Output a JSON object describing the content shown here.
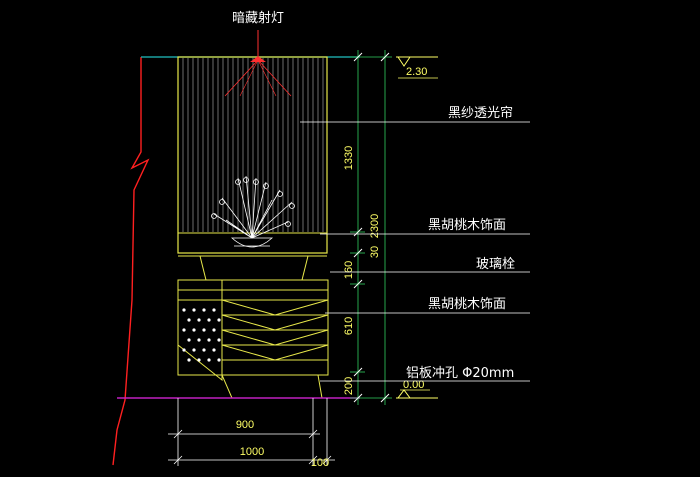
{
  "colors": {
    "background": "#000000",
    "wall": "#ff2020",
    "frame": "#e8e84a",
    "leader": "#ffffff",
    "dimension": "#ffff66",
    "ceiling": "#20c0c0",
    "floor": "#c020c0",
    "light": "#ff3030"
  },
  "labels": {
    "light": "暗藏射灯",
    "curtain": "黑纱透光帘",
    "walnut_top": "黑胡桃木饰面",
    "glass_bolt": "玻璃栓",
    "walnut_bottom": "黑胡桃木饰面",
    "aluminum": "铝板冲孔 Φ20mm"
  },
  "levels": {
    "top": "2.30",
    "bottom": "0.00"
  },
  "dimensions": {
    "vertical_inner": [
      "1330",
      "30",
      "160",
      "610",
      "200"
    ],
    "vertical_total": "2300",
    "horizontal_inner": "900",
    "horizontal_total": "1000",
    "horizontal_side": "100"
  }
}
